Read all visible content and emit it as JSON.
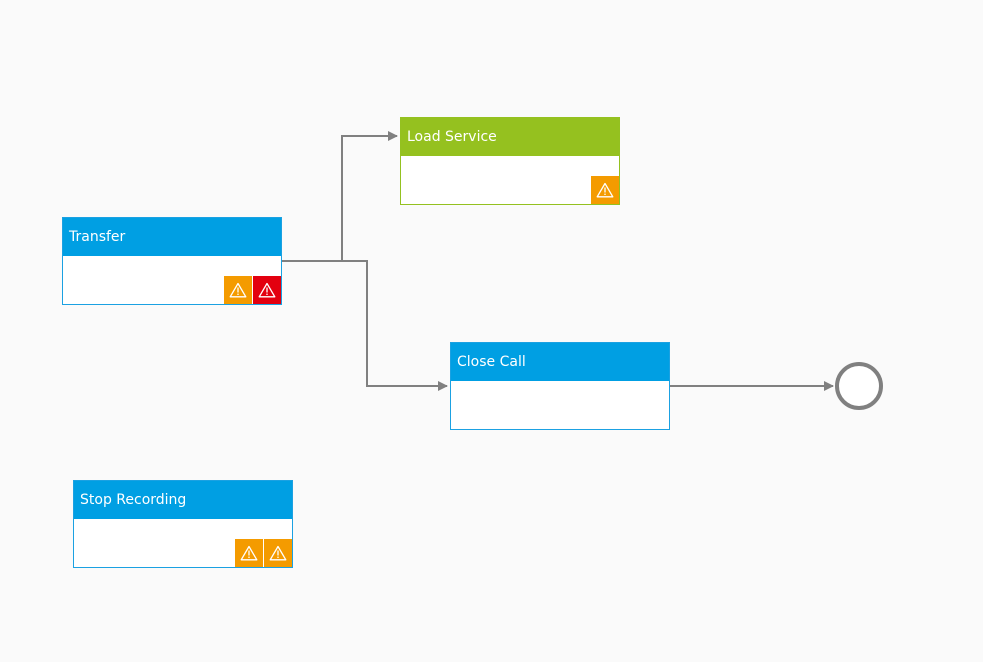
{
  "diagram": {
    "nodes": {
      "transfer": {
        "title": "Transfer",
        "badges": [
          "warning-icon",
          "error-icon"
        ]
      },
      "load_service": {
        "title": "Load Service",
        "badges": [
          "warning-icon"
        ]
      },
      "close_call": {
        "title": "Close Call",
        "badges": []
      },
      "stop_recording": {
        "title": "Stop Recording",
        "badges": [
          "warning-icon",
          "warning-icon"
        ]
      }
    },
    "edges": [
      {
        "from": "transfer",
        "to": "load_service"
      },
      {
        "from": "transfer",
        "to": "close_call"
      },
      {
        "from": "close_call",
        "to": "end_event"
      }
    ],
    "end_event": {
      "icon": "end-circle-icon"
    }
  },
  "colors": {
    "node_header_blue": "#009fe3",
    "node_header_green": "#95c11f",
    "warning": "#f49b00",
    "error": "#e3000f",
    "connector": "#808080",
    "background": "#fafafa"
  }
}
